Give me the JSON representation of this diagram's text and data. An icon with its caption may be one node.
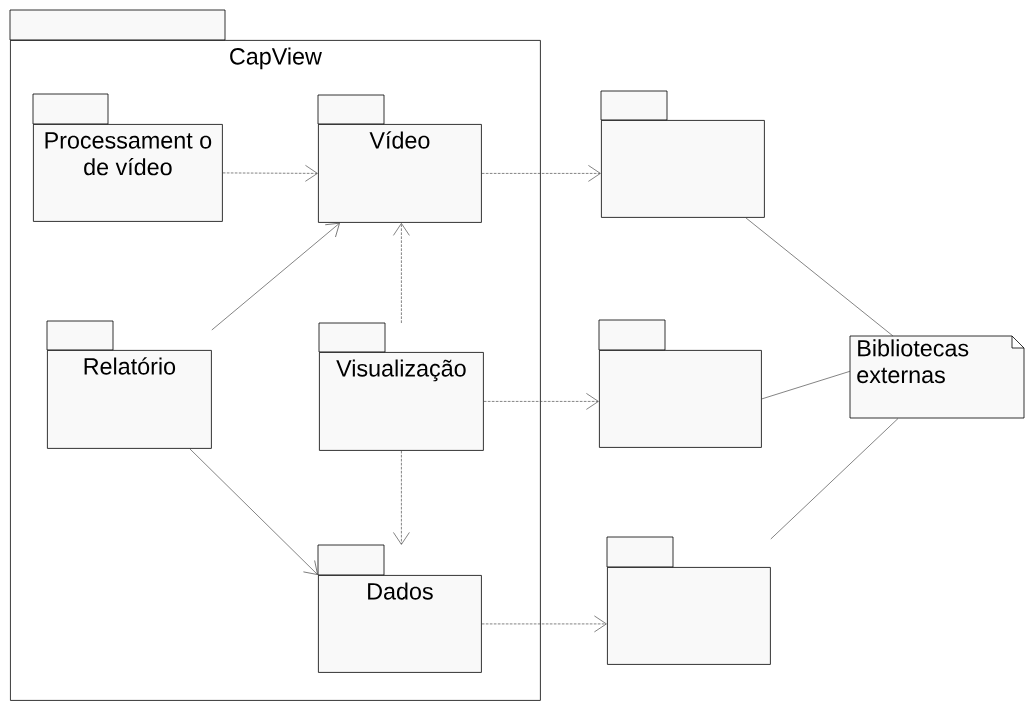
{
  "diagram": {
    "nodes": [
      {
        "text": [
          "CapView"
        ]
      },
      {
        "text": [
          "Processament o de vídeo"
        ],
        "in": 0
      },
      {
        "text": [
          "Vídeo"
        ],
        "in": 0
      },
      {
        "text": [],
        "shape": "folder"
      },
      {
        "text": [
          "Relatório"
        ],
        "in": 0
      },
      {
        "text": [
          "Visualização"
        ],
        "in": 0
      },
      {
        "text": [],
        "shape": "folder"
      },
      {
        "text": [
          "Bibliotecas externas"
        ]
      },
      {
        "text": [
          "Dados"
        ],
        "in": 0
      },
      {
        "text": [],
        "shape": "folder"
      }
    ],
    "edges": [
      {
        "from": 1,
        "to": 2,
        "arrow": "to",
        "style": "dashed"
      },
      {
        "from": 2,
        "to": 3,
        "arrow": "to",
        "style": "dashed"
      },
      {
        "from": 4,
        "to": 2,
        "arrow": "to"
      },
      {
        "from": 5,
        "to": 2,
        "arrow": "to",
        "style": "dashed"
      },
      {
        "from": 5,
        "to": 6,
        "arrow": "to",
        "style": "dashed"
      },
      {
        "from": 4,
        "to": 8,
        "arrow": "to"
      },
      {
        "from": 5,
        "to": 8,
        "arrow": "to",
        "style": "dashed"
      },
      {
        "from": 8,
        "to": 9,
        "arrow": "to",
        "style": "dashed"
      },
      {
        "from": 3,
        "to": 7,
        "arrow": "none"
      },
      {
        "from": 6,
        "to": 7,
        "arrow": "none"
      },
      {
        "from": 9,
        "to": 7,
        "arrow": "none"
      }
    ]
  }
}
